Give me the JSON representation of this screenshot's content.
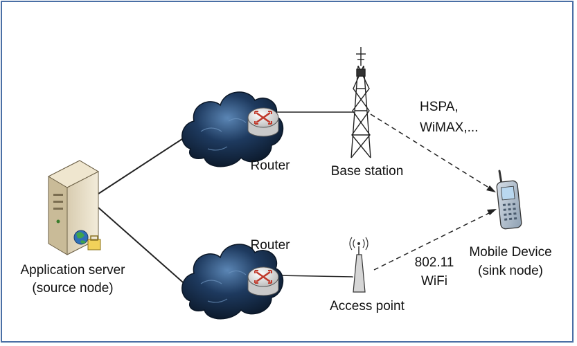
{
  "nodes": {
    "server": {
      "line1": "Application server",
      "line2": "(source node)",
      "icon": "server-icon"
    },
    "router_top": {
      "label": "Router",
      "icon": "router-icon"
    },
    "router_bottom": {
      "label": "Router",
      "icon": "router-icon"
    },
    "base_station": {
      "label": "Base station",
      "icon": "cell-tower-icon"
    },
    "access_point": {
      "label": "Access point",
      "icon": "wifi-access-point-icon"
    },
    "mobile": {
      "line1": "Mobile Device",
      "line2": "(sink node)",
      "icon": "mobile-phone-icon"
    }
  },
  "links": {
    "cellular": {
      "line1": "HSPA,",
      "line2": "WiMAX,..."
    },
    "wifi": {
      "line1": "802.11",
      "line2": "WiFi"
    }
  },
  "colors": {
    "border": "#4a6fa5",
    "cloud": "#1e3a5f",
    "router": "#e8e8e8",
    "router_arrows": "#c0392b"
  }
}
